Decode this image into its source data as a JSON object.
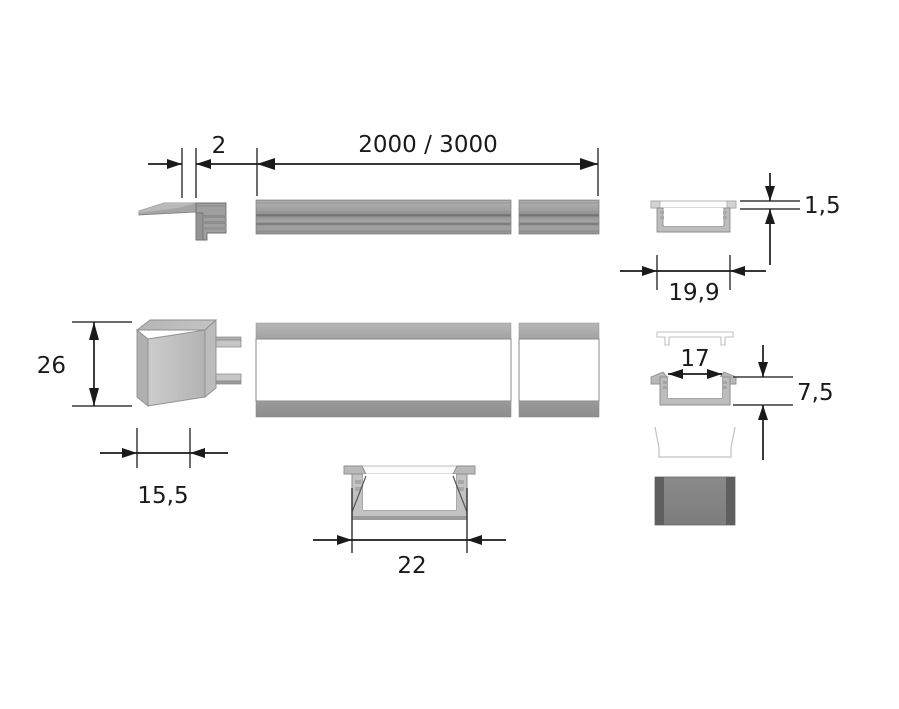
{
  "drawing": {
    "title": "LED aluminium profile technical drawing",
    "background_color": "#ffffff",
    "line_color": "#1a1a1a",
    "dimensions": {
      "endcap_thickness": "2",
      "profile_length": "2000 / 3000",
      "cover_thickness": "1,5",
      "profile_outer_width": "19,9",
      "endcap_height": "26",
      "endcap_width": "15,5",
      "inner_channel_width": "17",
      "profile_height": "7,5",
      "flange_width": "22"
    },
    "views": {
      "top_left_endcap": "end-cap side view",
      "top_center_profile": "profile top view",
      "top_right_section": "profile cross-section",
      "mid_left_endcap": "end-cap front view",
      "mid_center_profile": "profile plan view",
      "mid_right_cover": "cover cross-section",
      "mid_right_section": "profile cross-section with channel",
      "lower_right_diffuser": "diffuser cross-section",
      "lower_right_block": "end-cap block",
      "bottom_center_section": "profile cross-section with flange"
    },
    "colors": {
      "metal_light": "#c9c9c9",
      "metal_mid": "#a8a8a8",
      "metal_dark": "#8c8c8c",
      "metal_darker": "#6e6e6e",
      "outline": "#5a5a5a",
      "cover_white": "#fefefe",
      "block_gray": "#808080",
      "block_edge": "#595959"
    }
  }
}
